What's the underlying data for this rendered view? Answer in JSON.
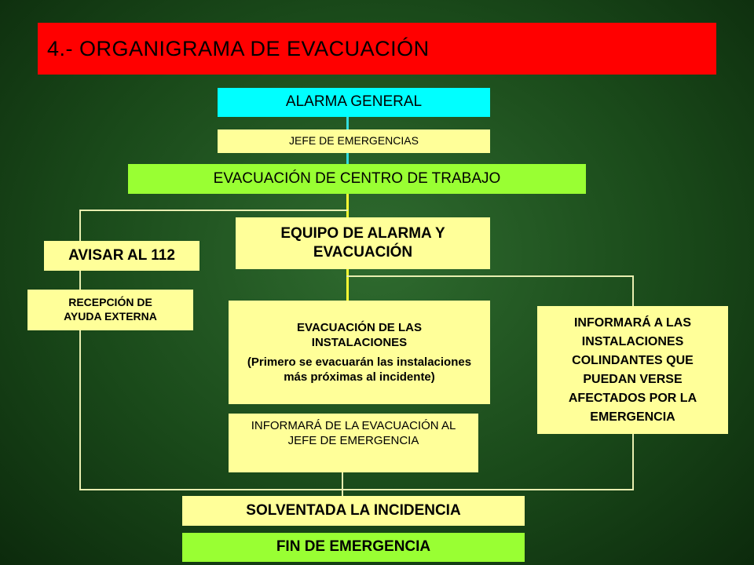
{
  "title": "4.- ORGANIGRAMA DE EVACUACIÓN",
  "nodes": {
    "alarma_general": "ALARMA GENERAL",
    "jefe_emergencias": "JEFE DE EMERGENCIAS",
    "evacuacion_centro": "EVACUACIÓN DE CENTRO DE TRABAJO",
    "equipo_alarma": "EQUIPO DE ALARMA Y EVACUACIÓN",
    "avisar_112": "AVISAR AL 112",
    "recepcion_ayuda": "RECEPCIÓN DE AYUDA EXTERNA",
    "evacuacion_instalaciones_title": "EVACUACIÓN DE LAS INSTALACIONES",
    "evacuacion_instalaciones_note": "(Primero se evacuarán las instalaciones más próximas al incidente)",
    "informara_colindantes": "INFORMARÁ A LAS INSTALACIONES COLINDANTES QUE PUEDAN VERSE AFECTADOS POR LA EMERGENCIA",
    "informara_jefe": "INFORMARÁ DE LA EVACUACIÓN AL JEFE DE EMERGENCIA",
    "solventada": "SOLVENTADA LA INCIDENCIA",
    "fin_emergencia": "FIN DE EMERGENCIA"
  },
  "colors": {
    "title_bg": "#ff0000",
    "cyan": "#00ffff",
    "pale_yellow": "#ffff99",
    "lime": "#99ff33",
    "background": "#1f511f"
  }
}
